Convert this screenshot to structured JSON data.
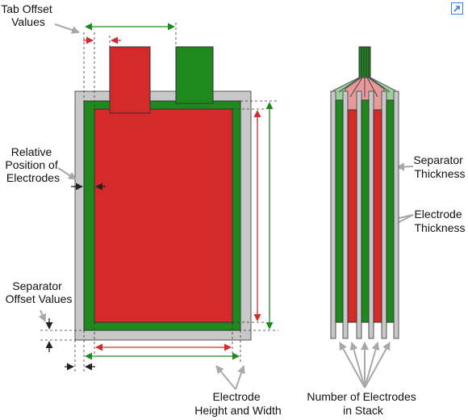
{
  "labels": {
    "tab_offset": [
      "Tab Offset",
      "Values"
    ],
    "relative_position": [
      "Relative",
      "Position of",
      "Electrodes"
    ],
    "separator_offset": [
      "Separator",
      "Offset Values"
    ],
    "electrode_hw": [
      "Electrode",
      "Height and Width"
    ],
    "separator_thickness": [
      "Separator",
      "Thickness"
    ],
    "electrode_thickness": [
      "Electrode",
      "Thickness"
    ],
    "num_electrodes": [
      "Number of Electrodes",
      "in Stack"
    ]
  },
  "colors": {
    "separator": "#c8c8c8",
    "green_electrode": "#1e8a1e",
    "red_electrode": "#d42a2a",
    "pink_tab": "#e89a9a",
    "light_green_tab": "#9bcf9b",
    "red_arrow": "#d42a2a",
    "green_arrow": "#1e8a1e",
    "leader_gray": "#a8a8a8",
    "dim_black": "#222222",
    "outline": "#555555",
    "button_blue": "#3a7bd5"
  },
  "icons": {
    "corner": "expand-arrow-icon"
  }
}
